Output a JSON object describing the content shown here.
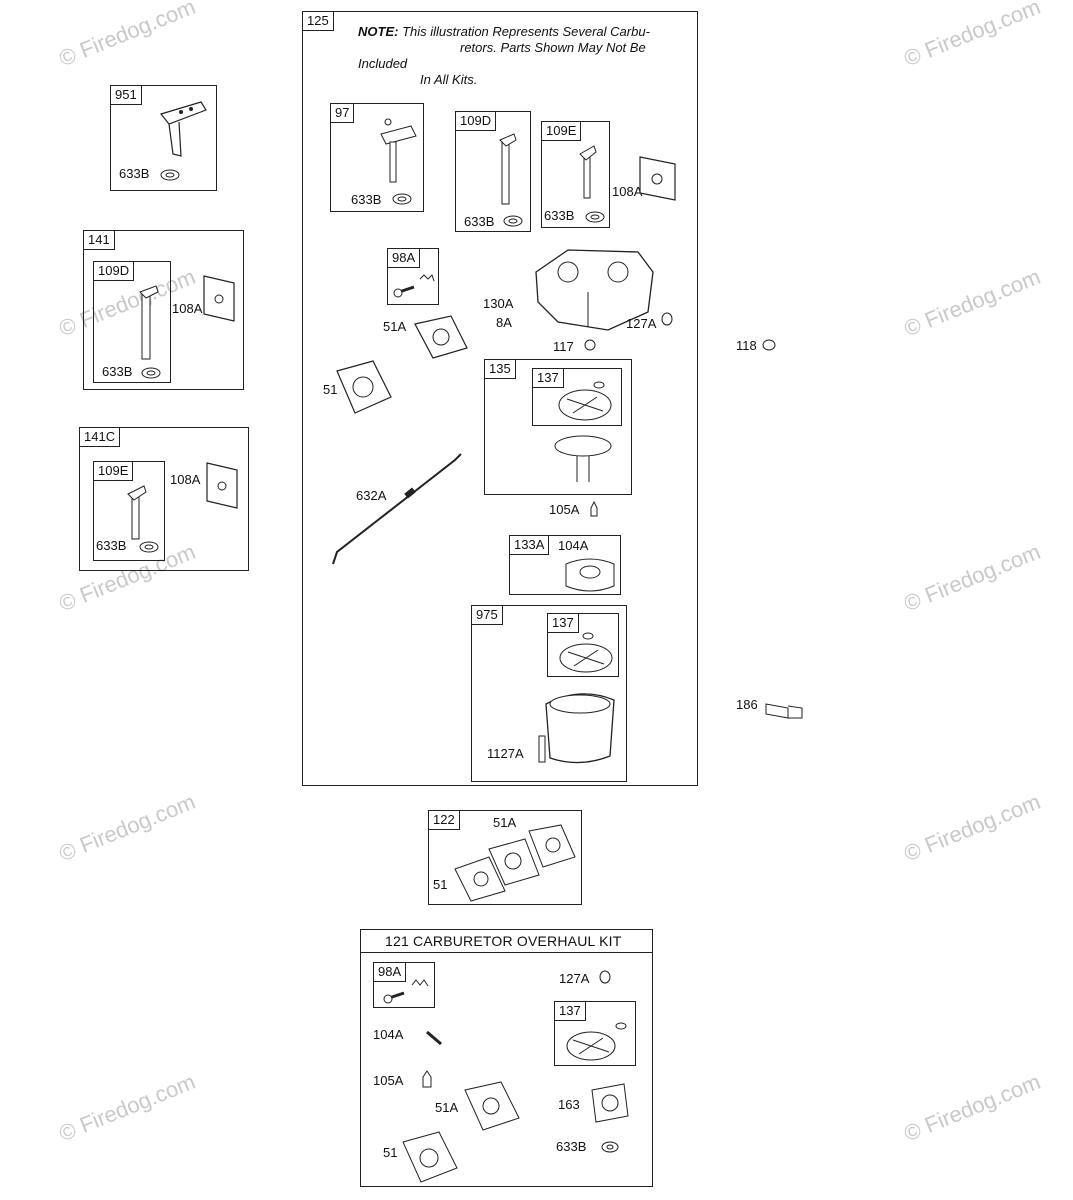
{
  "watermark": "© Firedog.com",
  "note": {
    "prefix": "NOTE:",
    "line1": "This illustration Represents Several Carbu-",
    "line2": "retors. Parts Shown May Not Be Included",
    "line3": "In All Kits."
  },
  "groups": {
    "g951": {
      "id": "951",
      "parts": [
        "633B"
      ]
    },
    "g141": {
      "id": "141",
      "sub": "109D",
      "parts": [
        "108A",
        "633B"
      ]
    },
    "g141C": {
      "id": "141C",
      "sub": "109E",
      "parts": [
        "108A",
        "633B"
      ]
    },
    "g125": {
      "id": "125"
    },
    "g97": {
      "id": "97",
      "parts": [
        "633B"
      ]
    },
    "g109D": {
      "id": "109D",
      "parts": [
        "633B"
      ]
    },
    "g109E": {
      "id": "109E",
      "parts": [
        "633B"
      ]
    },
    "g98A": {
      "id": "98A"
    },
    "g135": {
      "id": "135",
      "sub": "137"
    },
    "g133A": {
      "id": "133A",
      "parts": [
        "104A"
      ]
    },
    "g975": {
      "id": "975",
      "sub": "137",
      "parts": [
        "1127A"
      ]
    },
    "g122": {
      "id": "122",
      "parts": [
        "51A",
        "51"
      ]
    },
    "g121": {
      "title": "121 CARBURETOR OVERHAUL KIT",
      "sub1": "98A",
      "sub2": "137",
      "parts": [
        "127A",
        "104A",
        "105A",
        "51A",
        "163",
        "51",
        "633B"
      ]
    }
  },
  "loose_parts": {
    "p108A": "108A",
    "p130A": "130A",
    "p8A": "8A",
    "p127A": "127A",
    "p117": "117",
    "p51A": "51A",
    "p51": "51",
    "p632A": "632A",
    "p105A": "105A",
    "p118": "118",
    "p186": "186"
  }
}
